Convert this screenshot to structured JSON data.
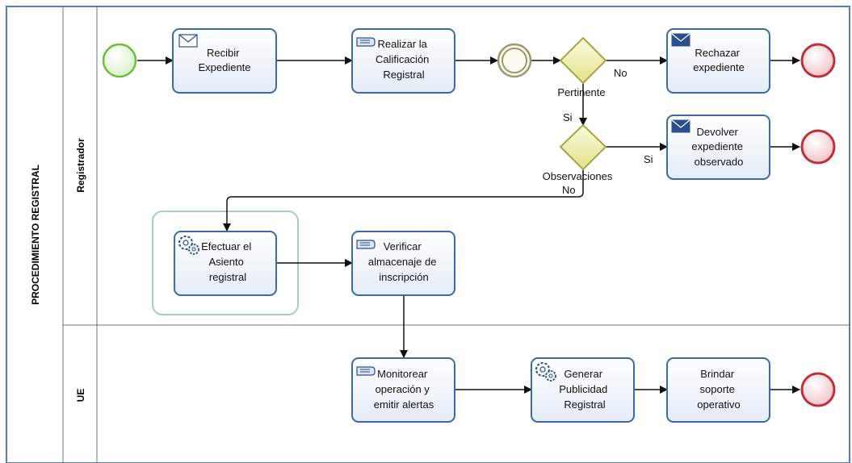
{
  "pool": {
    "title": "PROCEDIMIENTO REGISTRAL"
  },
  "lanes": [
    {
      "id": "registrador",
      "label": "Registrador"
    },
    {
      "id": "ue",
      "label": "UE"
    }
  ],
  "tasks": {
    "recibir": {
      "lines": [
        "Recibir",
        "Expediente"
      ],
      "icon": "envelope-icon"
    },
    "calificacion": {
      "lines": [
        "Realizar la",
        "Calificación",
        "Registral"
      ],
      "icon": "manual-task-icon"
    },
    "rechazar": {
      "lines": [
        "Rechazar",
        "expediente"
      ],
      "icon": "envelope-filled-icon"
    },
    "devolver": {
      "lines": [
        "Devolver",
        "expediente",
        "observado"
      ],
      "icon": "envelope-filled-icon"
    },
    "asiento": {
      "lines": [
        "Efectuar el",
        "Asiento",
        "registral"
      ],
      "icon": "gear-icon"
    },
    "verificar": {
      "lines": [
        "Verificar",
        "almacenaje de",
        "inscripción"
      ],
      "icon": "manual-task-icon"
    },
    "monitorear": {
      "lines": [
        "Monitorear",
        "operación y",
        "emitir alertas"
      ],
      "icon": "manual-task-icon"
    },
    "publicidad": {
      "lines": [
        "Generar",
        "Publicidad",
        "Registral"
      ],
      "icon": "gear-icon"
    },
    "soporte": {
      "lines": [
        "Brindar",
        "soporte",
        "operativo"
      ],
      "icon": ""
    }
  },
  "gateways": {
    "pertinente": {
      "label": "Pertinente"
    },
    "observaciones": {
      "label": "Observaciones"
    }
  },
  "flow_labels": {
    "no_pertinente": "No",
    "si_pertinente": "Si",
    "si_observaciones": "Si",
    "no_observaciones": "No"
  },
  "colors": {
    "frame": "#4f7fbf",
    "task_stroke": "#3a6aa8",
    "task_fill": "#f2f6fc",
    "start": "#6bbf3a",
    "end": "#c0303a",
    "gateway": "#e6e68a",
    "gateway_stroke": "#a6a640",
    "intermediate": "#9a9a6a"
  }
}
